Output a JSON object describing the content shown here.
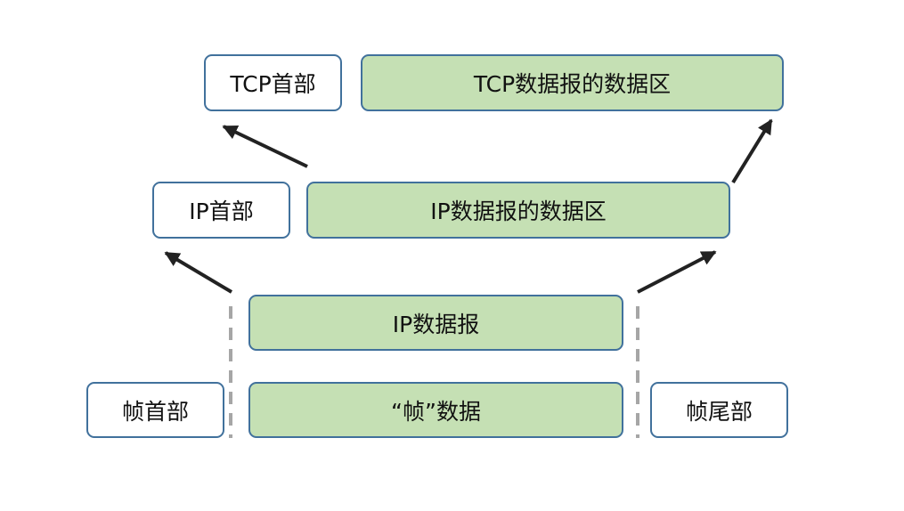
{
  "layers": {
    "tcp": {
      "header_label": "TCP首部",
      "data_label": "TCP数据报的数据区"
    },
    "ip": {
      "header_label": "IP首部",
      "data_label": "IP数据报的数据区"
    },
    "ip_datagram": {
      "label": "IP数据报"
    },
    "frame": {
      "header_label": "帧首部",
      "data_label": "“帧”数据",
      "tail_label": "帧尾部"
    }
  },
  "colors": {
    "box_border": "#41719c",
    "data_fill": "#c5e0b4",
    "header_fill": "#ffffff",
    "arrow": "#222222",
    "dashed_divider": "#a6a6a6"
  }
}
